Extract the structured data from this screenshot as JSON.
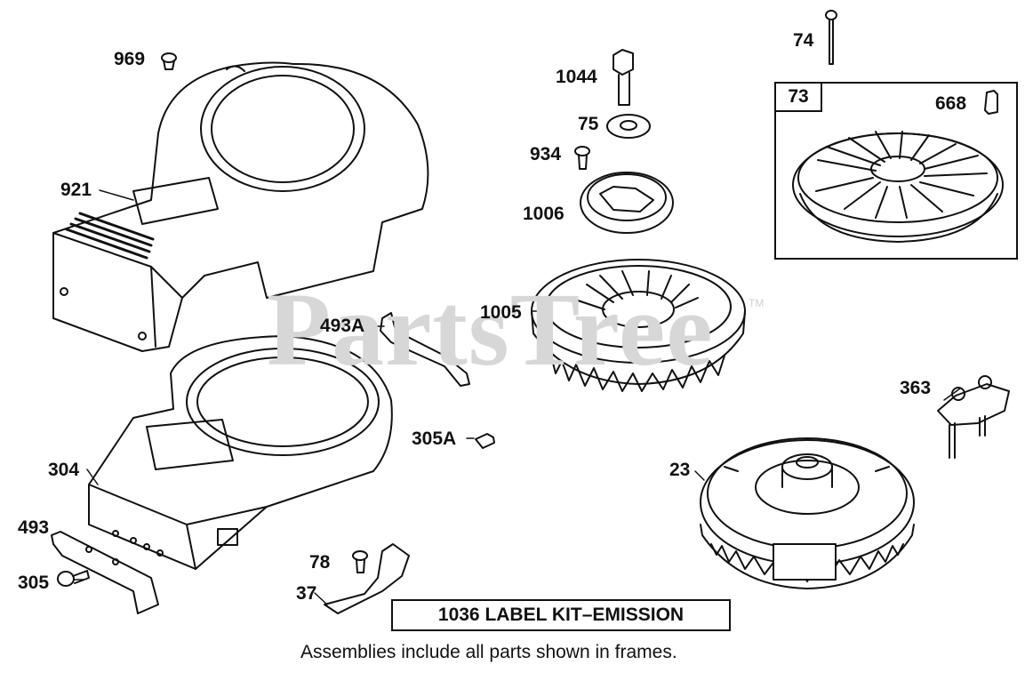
{
  "watermark": {
    "text": "PartsTree",
    "tm": "TM"
  },
  "labels": {
    "p969": "969",
    "p921": "921",
    "p1044": "1044",
    "p75": "75",
    "p934": "934",
    "p1006": "1006",
    "p1005": "1005",
    "p74": "74",
    "p73": "73",
    "p668": "668",
    "p493A": "493A",
    "p305A": "305A",
    "p304": "304",
    "p493": "493",
    "p305": "305",
    "p78": "78",
    "p37": "37",
    "p23": "23",
    "p363": "363"
  },
  "kit_label": "1036 LABEL KIT–EMISSION",
  "footnote": "Assemblies include all parts shown in frames.",
  "colors": {
    "ink": "#111111",
    "watermark": "#d7d7d7",
    "background": "#ffffff"
  }
}
